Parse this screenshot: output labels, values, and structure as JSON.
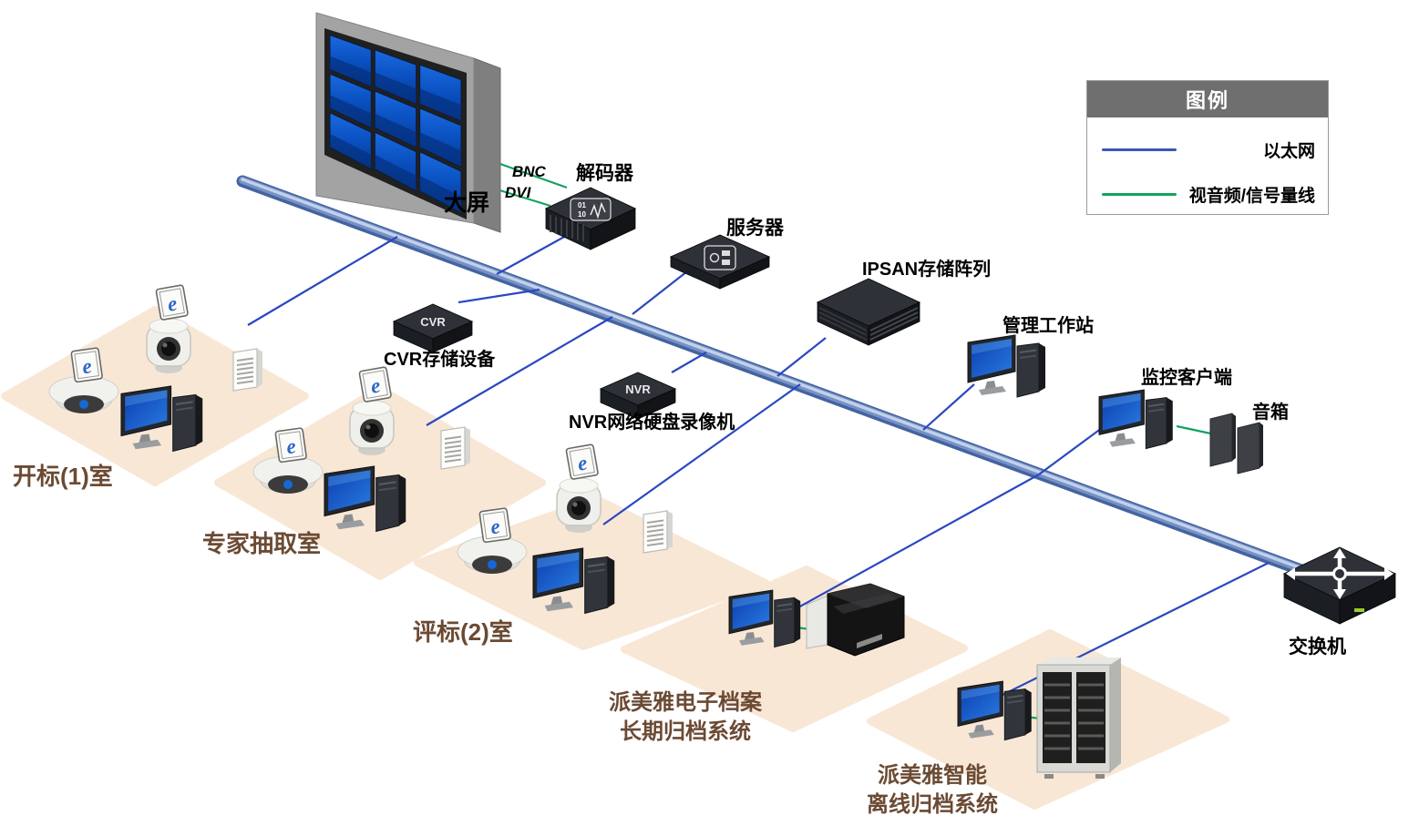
{
  "legend": {
    "title": "图例",
    "items": [
      {
        "name": "ethernet",
        "label": "以太网",
        "color": "#3a57b5"
      },
      {
        "name": "av-signal",
        "label": "视音频/信号量线",
        "color": "#12a35f"
      }
    ]
  },
  "labels": {
    "dapin": "大屏",
    "decoder": "解码器",
    "server": "服务器",
    "ipsan": "IPSAN存储阵列",
    "mgmt": "管理工作站",
    "client": "监控客户端",
    "speakers": "音箱",
    "cvr": "CVR存储设备",
    "nvr": "NVR网络硬盘录像机",
    "switch": "交换机",
    "room1": "开标(1)室",
    "room2": "专家抽取室",
    "room3": "评标(2)室",
    "sys1_line1": "派美雅电子档案",
    "sys1_line2": "长期归档系统",
    "sys2_line1": "派美雅智能",
    "sys2_line2": "离线归档系统",
    "bnc": "BNC",
    "dvi": "DVI"
  },
  "badges": {
    "cvr": "CVR",
    "nvr": "NVR",
    "decoder_top": "01",
    "decoder_bottom": "10",
    "camera_logo": "e"
  },
  "colors": {
    "ethernet_line": "#2b48c0",
    "signal_line": "#12a35f",
    "trunk_dark": "#44639f",
    "trunk_mid": "#7591c6",
    "trunk_light": "#c2d1ea",
    "room_fill": "#f9e7d6",
    "room_label": "#6b4a33",
    "device_label": "#000000",
    "legend_header_bg": "#6f6f6f",
    "legend_header_text": "#ffffff"
  }
}
